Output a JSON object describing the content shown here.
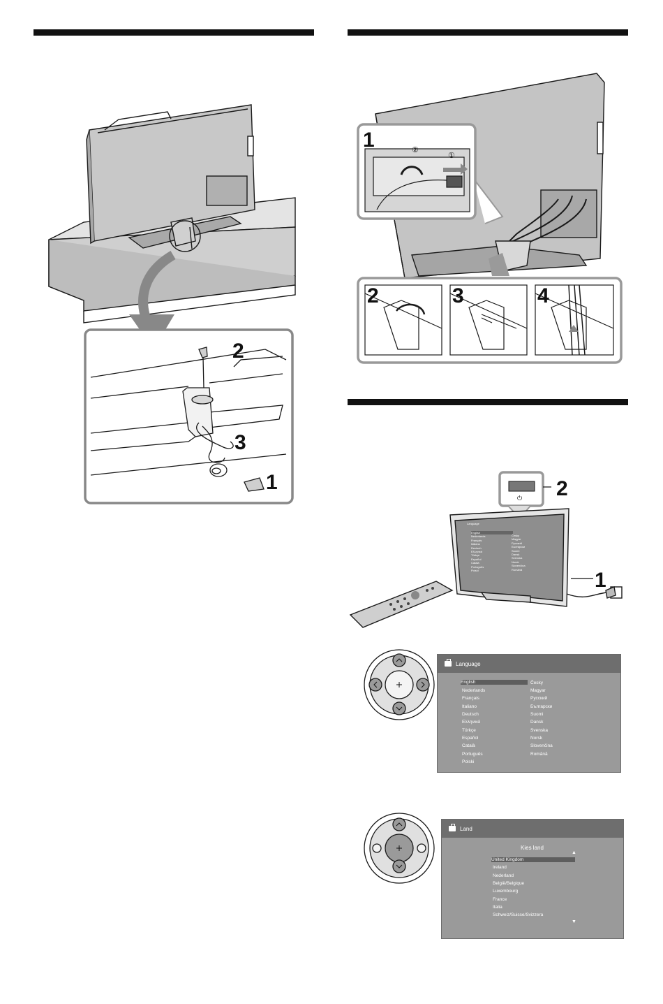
{
  "steps": {
    "securing": {
      "step1": "1",
      "step2": "2",
      "step3": "3"
    },
    "cables": {
      "step1": "1",
      "sub1": "①",
      "sub2": "②",
      "step2": "2",
      "step3": "3",
      "step4": "4"
    },
    "power": {
      "step1": "1",
      "step2": "2"
    }
  },
  "language_menu": {
    "title": "Language",
    "col1": [
      "English",
      "Nederlands",
      "Français",
      "Italiano",
      "Deutsch",
      "Ελληνικά",
      "Türkçe",
      "Español",
      "Català",
      "Português",
      "Polski"
    ],
    "col2": [
      "Česky",
      "Magyar",
      "Русский",
      "Български",
      "Suomi",
      "Dansk",
      "Svenska",
      "Norsk",
      "Slovenčina",
      "Română"
    ],
    "selected": "English"
  },
  "country_menu": {
    "title": "Land",
    "subtitle": "Kies land",
    "items": [
      "United Kingdom",
      "Ireland",
      "Nederland",
      "België/Belgique",
      "Luxembourg",
      "France",
      "Italia",
      "Schweiz/Suisse/Svizzera"
    ],
    "selected": "United Kingdom",
    "up_arrow": "▲",
    "down_arrow": "▼"
  },
  "tv_screen_menu": {
    "title": "Language",
    "col1": [
      "English",
      "Nederlands",
      "Français",
      "Italiano",
      "Deutsch",
      "Ελληνικά",
      "Türkçe",
      "Español",
      "Català",
      "Português",
      "Polski"
    ],
    "col2": [
      "Česky",
      "Magyar",
      "Русский",
      "Български",
      "Suomi",
      "Dansk",
      "Svenska",
      "Norsk",
      "Slovenčina",
      "Română"
    ]
  },
  "power_symbol": "⏻",
  "colors": {
    "rule": "#111111",
    "osd_bg": "#9a9a9a",
    "osd_head": "#6e6e6e",
    "highlight": "#5e5e5e",
    "line": "#1a1a1a",
    "tv_gray": "#bdbdbd"
  }
}
